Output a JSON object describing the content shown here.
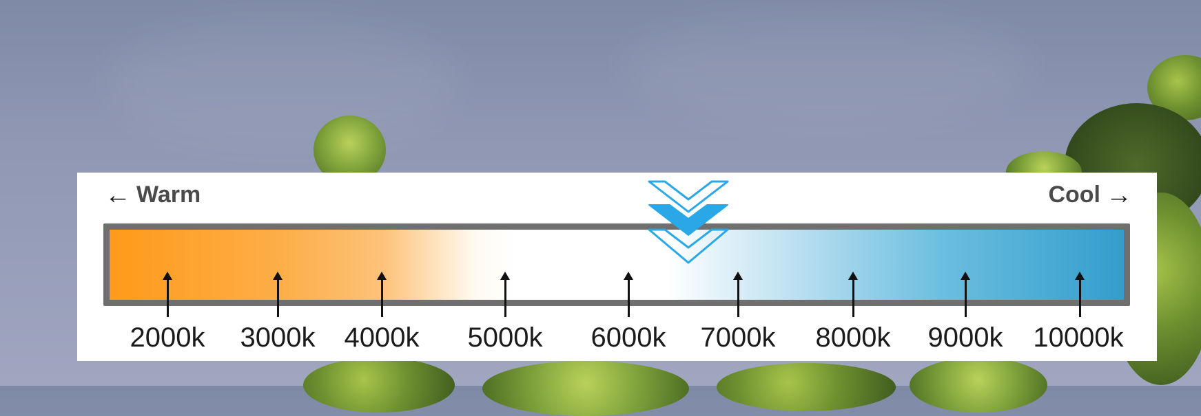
{
  "scale": {
    "warm_label": "Warm",
    "cool_label": "Cool",
    "left_arrow_icon": "arrow-left-icon",
    "right_arrow_icon": "arrow-right-icon",
    "indicator_icon": "triple-chevron-down-icon",
    "indicator_color": "#2aa7e6",
    "ticks": [
      "2000k",
      "3000k",
      "4000k",
      "5000k",
      "6000k",
      "7000k",
      "8000k",
      "9000k",
      "10000k"
    ],
    "gradient_colors": {
      "warm": "#ff9a1a",
      "neutral": "#ffffff",
      "cool": "#339dcc"
    }
  }
}
